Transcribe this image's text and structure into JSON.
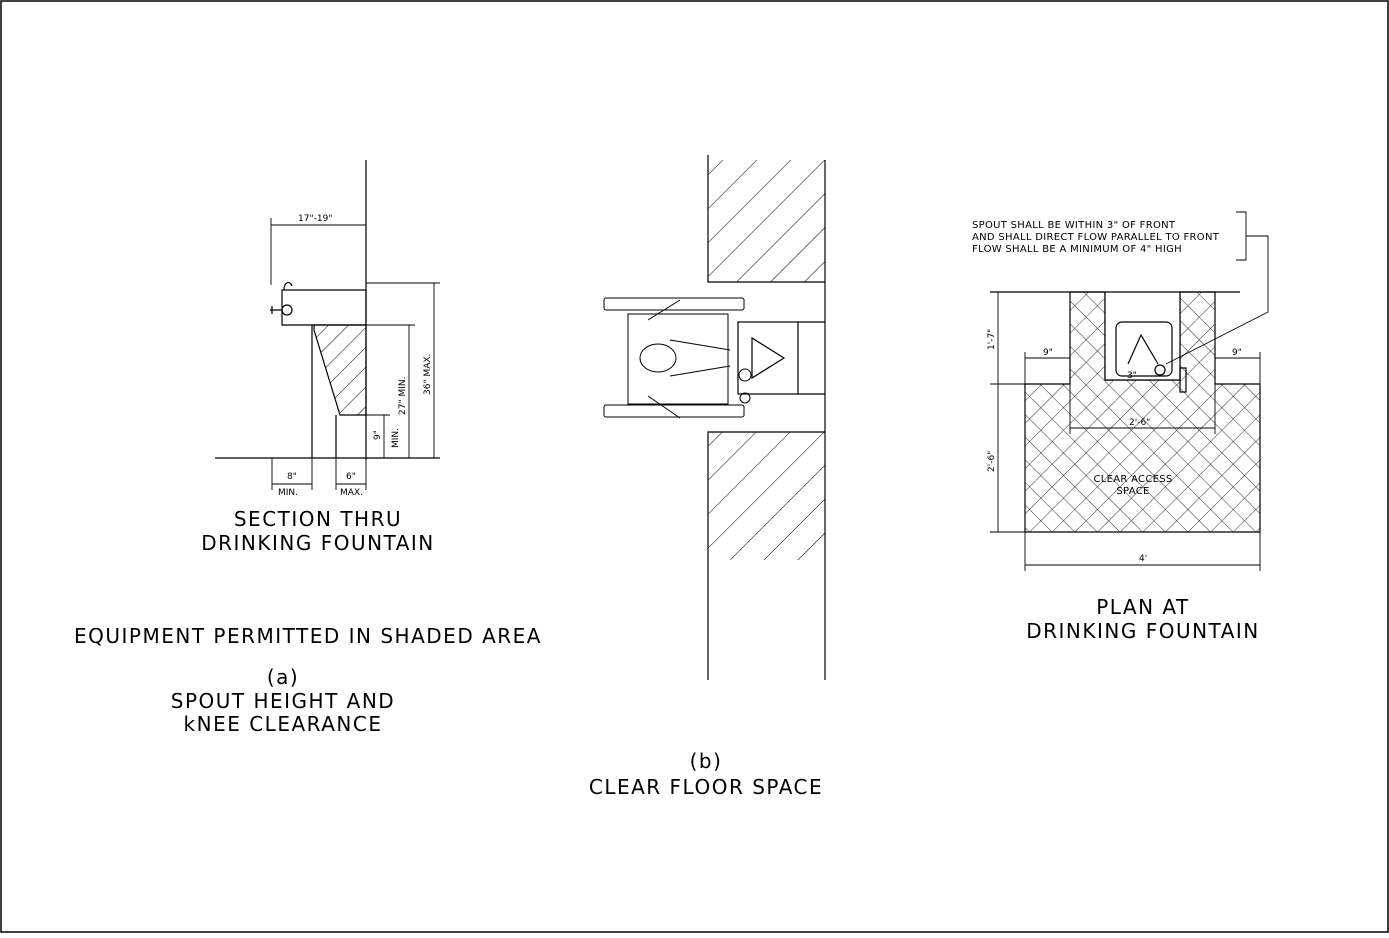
{
  "section": {
    "title_line1": "SECTION THRU",
    "title_line2": "DRINKING FOUNTAIN",
    "dim_width": "17\"-19\"",
    "dim_height_max": "36\" MAX.",
    "dim_knee_min": "27\" MIN.",
    "dim_toe": "9\"",
    "dim_toe_min": "MIN.",
    "dim_depth": "8\"",
    "dim_depth_min": "MIN.",
    "dim_toe_depth": "6\"",
    "dim_toe_depth_max": "MAX."
  },
  "caption_a": {
    "note": "EQUIPMENT PERMITTED IN SHADED AREA",
    "label": "(a)",
    "line1": "SPOUT HEIGHT AND",
    "line2": "kNEE CLEARANCE"
  },
  "caption_b": {
    "label": "(b)",
    "line1": "CLEAR FLOOR SPACE"
  },
  "plan": {
    "title_line1": "PLAN AT",
    "title_line2": "DRINKING FOUNTAIN",
    "note_line1": "SPOUT SHALL BE WITHIN 3\" OF FRONT",
    "note_line2": "AND SHALL DIRECT FLOW PARALLEL TO FRONT",
    "note_line3": "FLOW SHALL BE A MINIMUM OF 4\" HIGH",
    "dim_depth_upper": "1'-7\"",
    "dim_depth_lower": "2'-6\"",
    "dim_side_left": "9\"",
    "dim_side_right": "9\"",
    "dim_alcove": "2'-6\"",
    "dim_width": "4'",
    "area_label_line1": "CLEAR ACCESS",
    "area_label_line2": "SPACE",
    "dim_small": "3\""
  }
}
